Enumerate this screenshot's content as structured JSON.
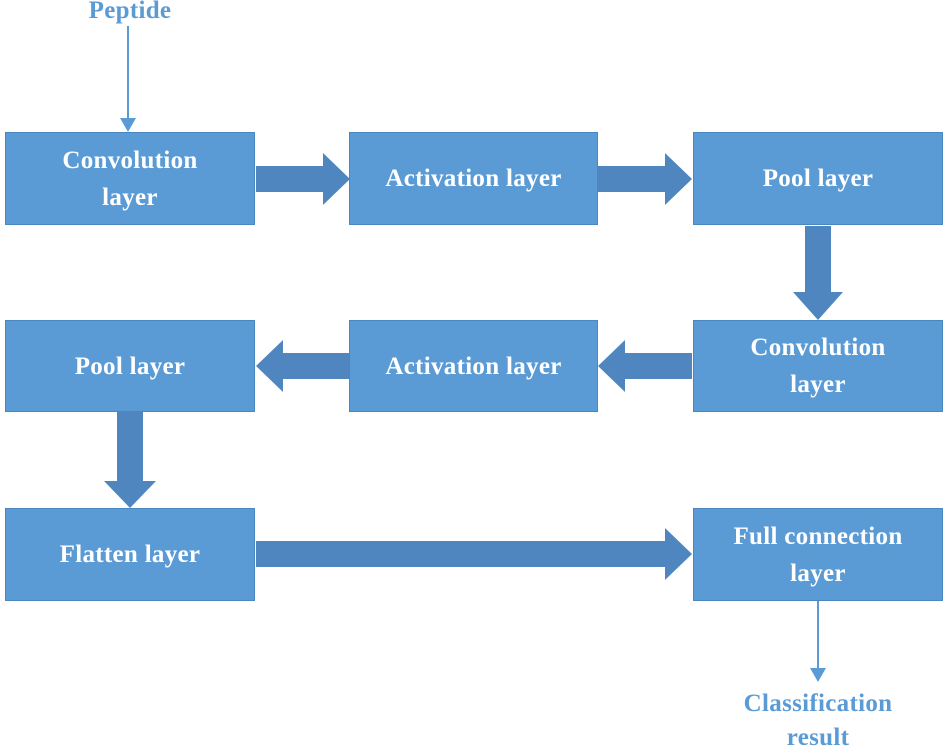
{
  "input_label": "Peptide",
  "output_label": [
    "Classification",
    "result"
  ],
  "nodes": {
    "conv1": [
      "Convolution",
      "layer"
    ],
    "act1": "Activation layer",
    "pool1": "Pool layer",
    "conv2": [
      "Convolution",
      "layer"
    ],
    "act2": "Activation layer",
    "pool2": "Pool layer",
    "flatten": "Flatten layer",
    "fc": [
      "Full connection",
      "layer"
    ]
  },
  "colors": {
    "box_fill": "#5b9bd5",
    "arrow_fill": "#4f86c0",
    "label_text": "#5b9bd5"
  }
}
